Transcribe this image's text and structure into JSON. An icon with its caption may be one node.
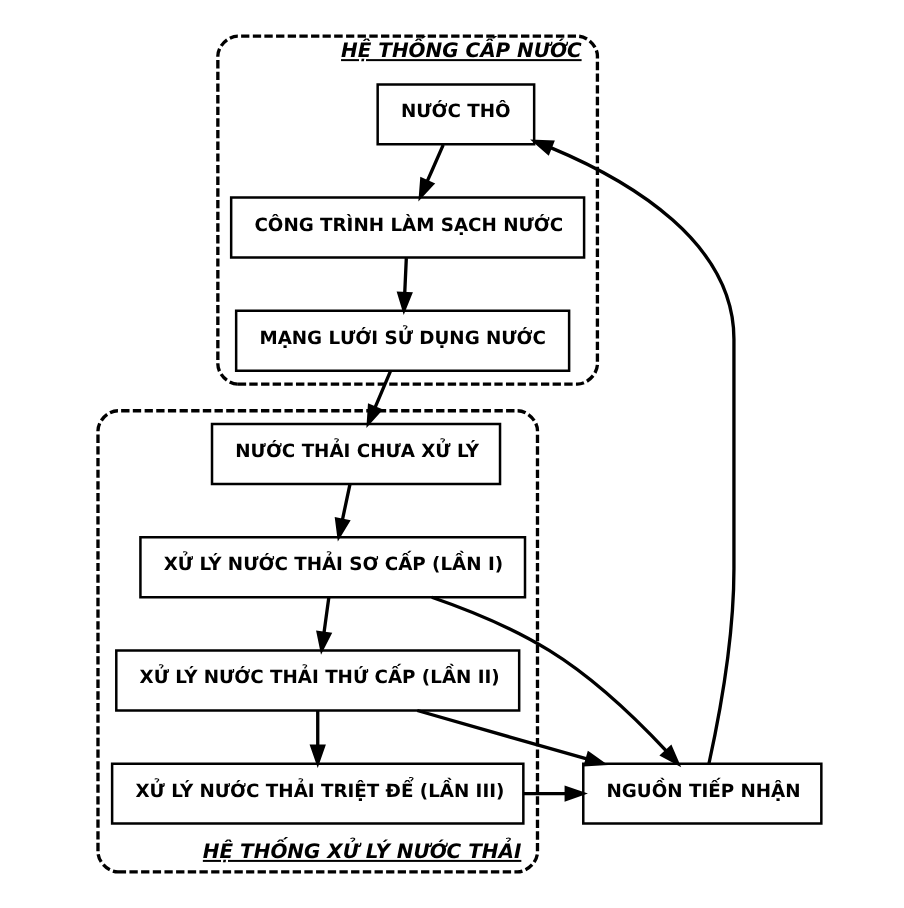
{
  "diagram": {
    "nodes": [
      {
        "text": [
          "NGUỒN TIẾP NHẬN"
        ]
      },
      {
        "text": [
          "HỆ THỐNG CẤP NƯỚC"
        ]
      },
      {
        "text": [
          "NƯỚC THÔ"
        ],
        "in": 1
      },
      {
        "text": [
          "CÔNG TRÌNH LÀM SẠCH NƯỚC"
        ],
        "in": 1
      },
      {
        "text": [
          "MẠNG LƯỚI SỬ DỤNG NƯỚC"
        ],
        "in": 1
      },
      {
        "text": [
          "HỆ THỐNG XỬ LÝ NƯỚC THẢI"
        ]
      },
      {
        "text": [
          "XỬ LÝ NƯỚC THẢI TRIỆT ĐỂ (LẦN III)"
        ],
        "in": 5
      },
      {
        "text": [
          "XỬ LÝ NƯỚC THẢI THỨ CẤP (LẦN II)"
        ],
        "in": 5
      },
      {
        "text": [
          "NƯỚC THẢI CHƯA XỬ LÝ"
        ],
        "in": 5
      },
      {
        "text": [
          "XỬ LÝ NƯỚC THẢI SƠ CẤP (LẦN I)"
        ],
        "in": 5
      }
    ],
    "edges": [
      {
        "from": 0,
        "to": 2,
        "arrow": "to"
      },
      {
        "from": 2,
        "to": 3,
        "arrow": "to"
      },
      {
        "from": 3,
        "to": 4,
        "arrow": "to"
      },
      {
        "from": 4,
        "to": 8,
        "arrow": "to"
      },
      {
        "from": 8,
        "to": 9,
        "arrow": "to"
      },
      {
        "from": 9,
        "to": 7,
        "arrow": "to"
      },
      {
        "from": 7,
        "to": 6,
        "arrow": "to"
      },
      {
        "from": 6,
        "to": 0,
        "arrow": "to"
      },
      {
        "from": 7,
        "to": 0,
        "arrow": "to"
      },
      {
        "from": 9,
        "to": 0,
        "arrow": "to"
      }
    ]
  }
}
